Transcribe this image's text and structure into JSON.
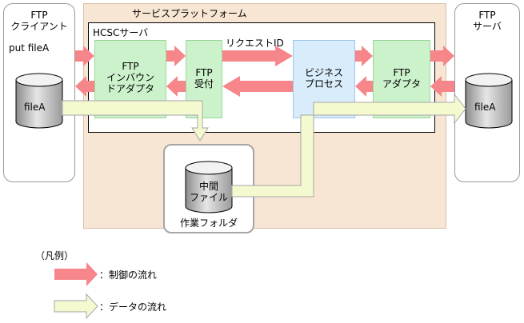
{
  "client": {
    "title_line1": "FTP",
    "title_line2": "クライアント",
    "command": "put fileA",
    "file": "fileA"
  },
  "server": {
    "title_line1": "FTP",
    "title_line2": "サーバ",
    "file": "fileA"
  },
  "platform": {
    "title": "サービスプラットフォーム"
  },
  "hcsc": {
    "title": "HCSCサーバ"
  },
  "inbound_adapter": {
    "line1": "FTP",
    "line2": "インバウン",
    "line3": "ドアダプタ"
  },
  "ftp_reception": {
    "line1": "FTP",
    "line2": "受付"
  },
  "request_id": {
    "label": "リクエストID"
  },
  "business_process": {
    "line1": "ビジネス",
    "line2": "プロセス"
  },
  "ftp_adapter": {
    "line1": "FTP",
    "line2": "アダプタ"
  },
  "work_folder": {
    "file_line1": "中間",
    "file_line2": "ファイル",
    "label": "作業フォルダ"
  },
  "legend": {
    "title": "（凡例）",
    "control_flow": "：制御の流れ",
    "data_flow": "：データの流れ"
  },
  "colors": {
    "control_arrow": "#f7868b",
    "data_arrow": "#f4f9cf",
    "data_arrow_border": "#a6a6a6"
  }
}
